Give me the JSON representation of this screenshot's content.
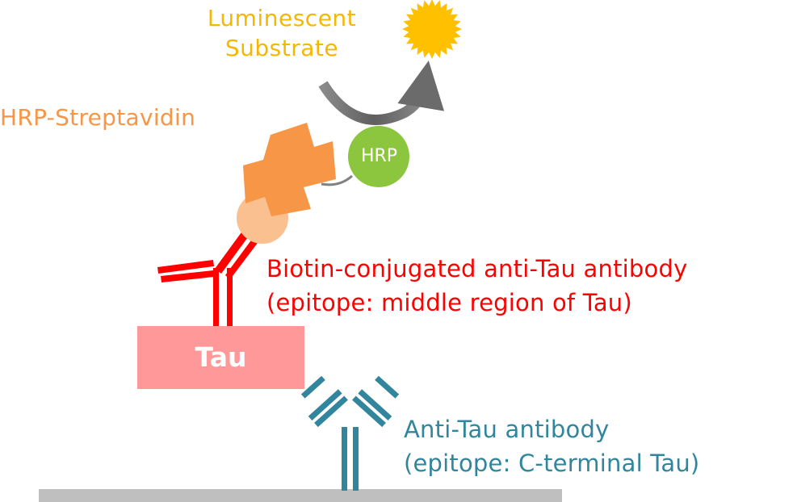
{
  "labels": {
    "substrate_line1": "Luminescent",
    "substrate_line2": "Substrate",
    "hrp_streptavidin": "HRP-Streptavidin",
    "hrp": "HRP",
    "biotin_antibody_line1": "Biotin-conjugated anti-Tau antibody",
    "biotin_antibody_line2": "(epitope: middle region of Tau)",
    "tau": "Tau",
    "capture_antibody_line1": "Anti-Tau antibody",
    "capture_antibody_line2": "(epitope: C-terminal Tau)"
  },
  "colors": {
    "substrate": "#F5B800",
    "sun": "#FFC000",
    "arrow": "#6B6B6B",
    "hrp_circle": "#8CC63F",
    "streptavidin": "#F79646",
    "biotin": "#FAC090",
    "detection_antibody": "#FF0000",
    "tau_box": "#FF9999",
    "capture_antibody": "#31859C",
    "plate": "#BFBFBF"
  }
}
